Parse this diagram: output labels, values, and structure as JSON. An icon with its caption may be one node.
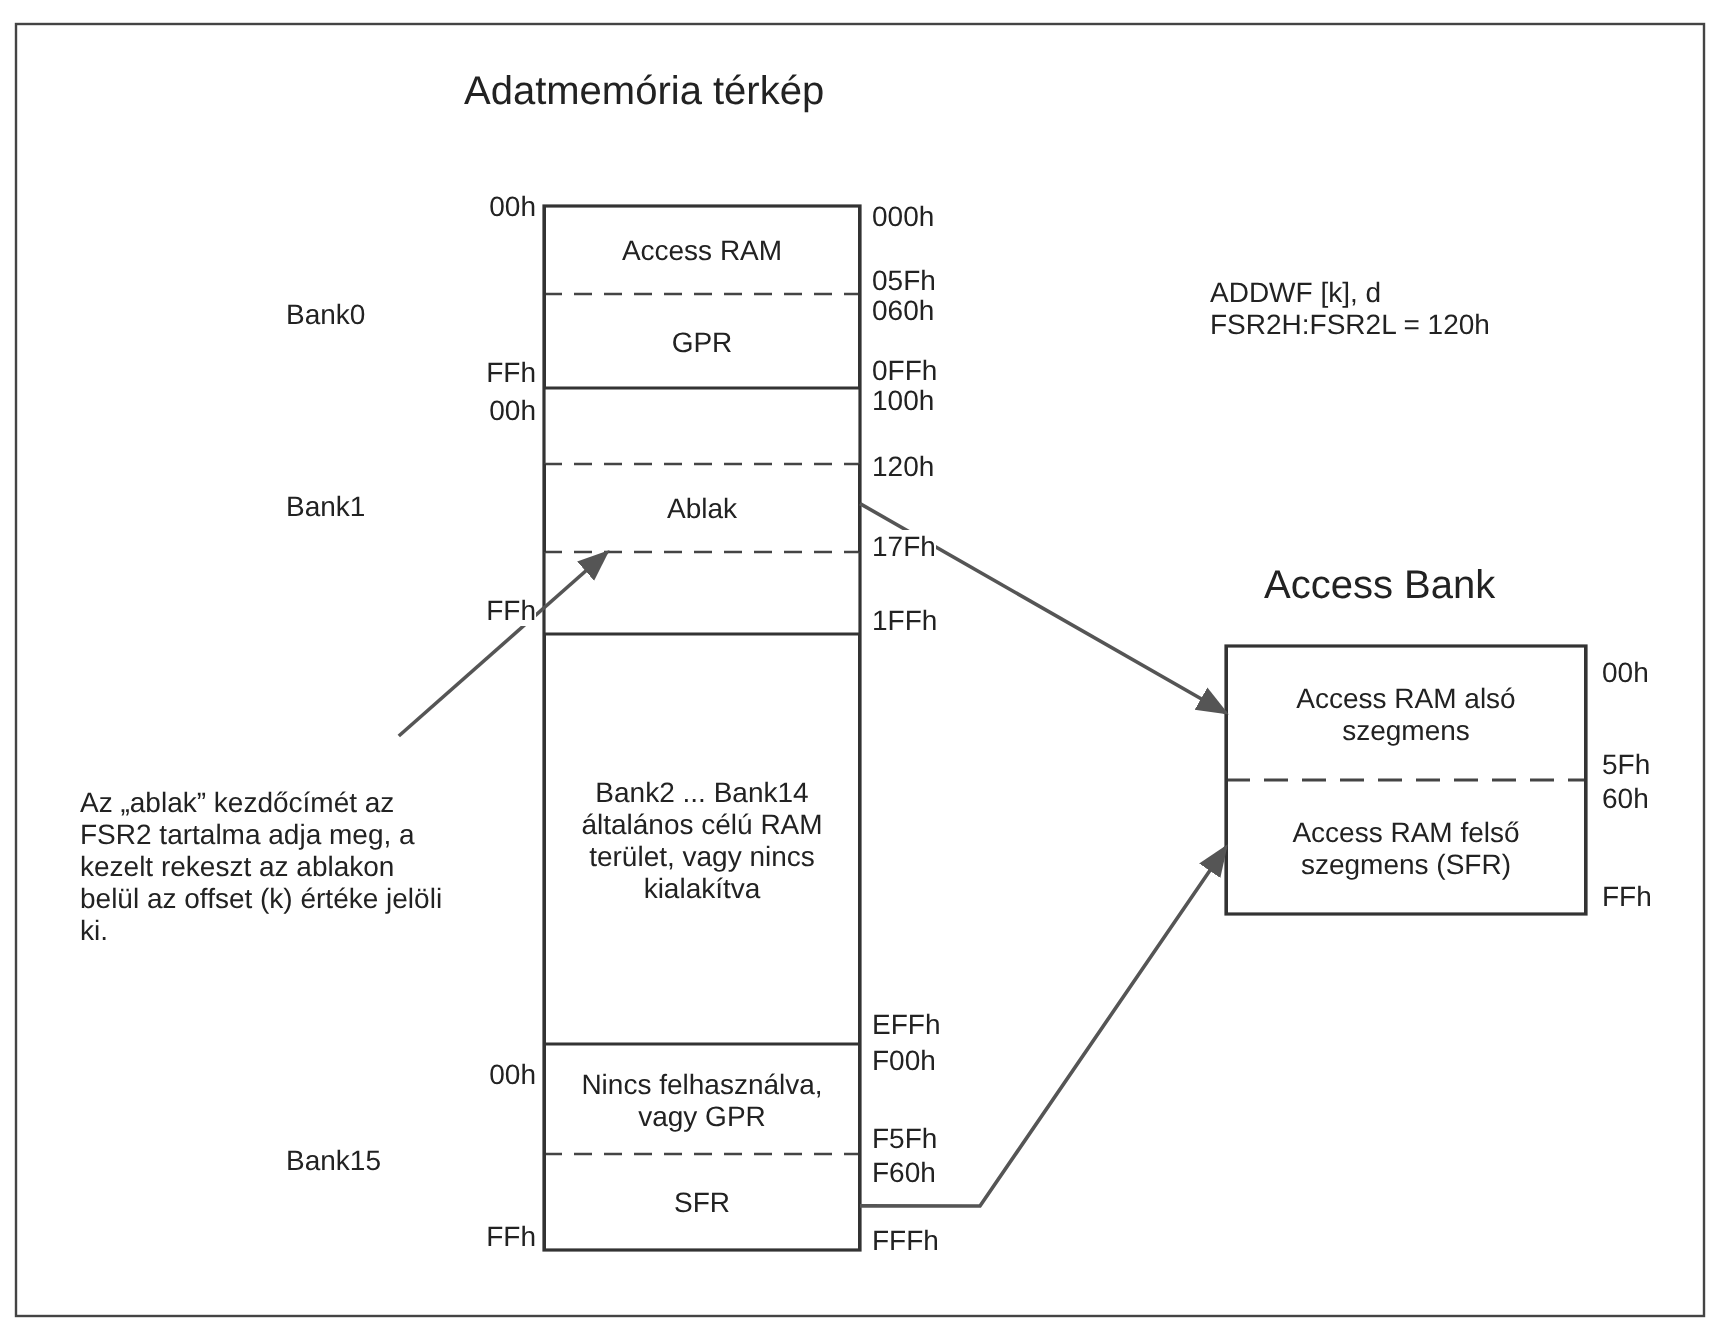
{
  "diagram": {
    "title": "Adatmemória térkép",
    "nodes": [
      {
        "text": [
          "Access RAM"
        ]
      },
      {
        "text": [
          "GPR"
        ]
      },
      {
        "text": [
          "Ablak"
        ]
      },
      {
        "text": [
          "Bank2 ... Bank14 általános célú RAM terület, vagy nincs kialakítva"
        ]
      },
      {
        "text": [
          "Nincs felhasználva, vagy GPR"
        ]
      },
      {
        "text": [
          "SFR"
        ]
      },
      {
        "text": [
          "Access RAM alsó szegmens"
        ]
      },
      {
        "text": [
          "Access RAM felső szegmens (SFR)"
        ]
      },
      {
        "text": [
          "Az „ablak” kezdőcímét az FSR2 tartalma adja meg, a kezelt rekeszt az ablakon belül az offset (k) értéke jelöli ki."
        ]
      }
    ],
    "edges": [
      {
        "from": 8,
        "to": 2,
        "arrow": "to"
      },
      {
        "from": 2,
        "to": 6,
        "arrow": "to"
      },
      {
        "from": 5,
        "to": 7,
        "arrow": "to"
      }
    ],
    "labels": [
      "00h",
      "000h",
      "ADDWF [k], d",
      "FSR2H:FSR2L = 120h",
      "05Fh",
      "Bank0",
      "060h",
      "FFh",
      "0FFh",
      "00h",
      "100h",
      "120h",
      "Bank1",
      "17Fh",
      "FFh",
      "1FFh",
      "Access Bank",
      "00h",
      "5Fh",
      "60h",
      "FFh",
      "EFFh",
      "00h",
      "F00h",
      "F5Fh",
      "Bank15",
      "F60h",
      "FFh",
      "FFFh"
    ]
  }
}
